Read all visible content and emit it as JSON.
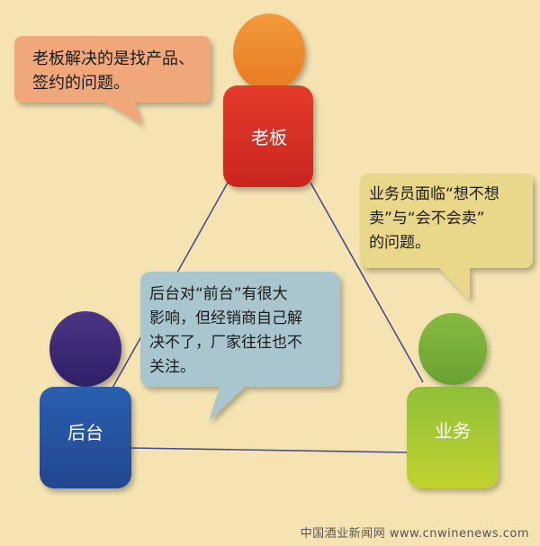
{
  "nodes": {
    "boss": {
      "label": "老板",
      "head_color": "#f08a2e",
      "body_color": "#e0302a"
    },
    "backend": {
      "label": "后台",
      "head_color": "#3c2a78",
      "body_color": "#2a55a2"
    },
    "sales": {
      "label": "业务",
      "head_color": "#7db43a",
      "body_color": "#a6c832"
    }
  },
  "bubbles": {
    "boss": {
      "lines": [
        "老板解决的是找产品、",
        "签约的问题。"
      ],
      "color": "#f0a87a"
    },
    "sales": {
      "lines": [
        "业务员面临“想不想",
        "卖”与“会不会卖”",
        "的问题。"
      ],
      "color": "#ead88a"
    },
    "backend": {
      "lines": [
        "后台对“前台”有很大",
        "影响，但经销商自己解",
        "决不了，厂家往往也不",
        "关注。"
      ],
      "color": "#a9c6cf"
    }
  },
  "edge_color": "#4a4f8c",
  "watermark": "中国酒业新闻网 www.cnwinenews.com"
}
